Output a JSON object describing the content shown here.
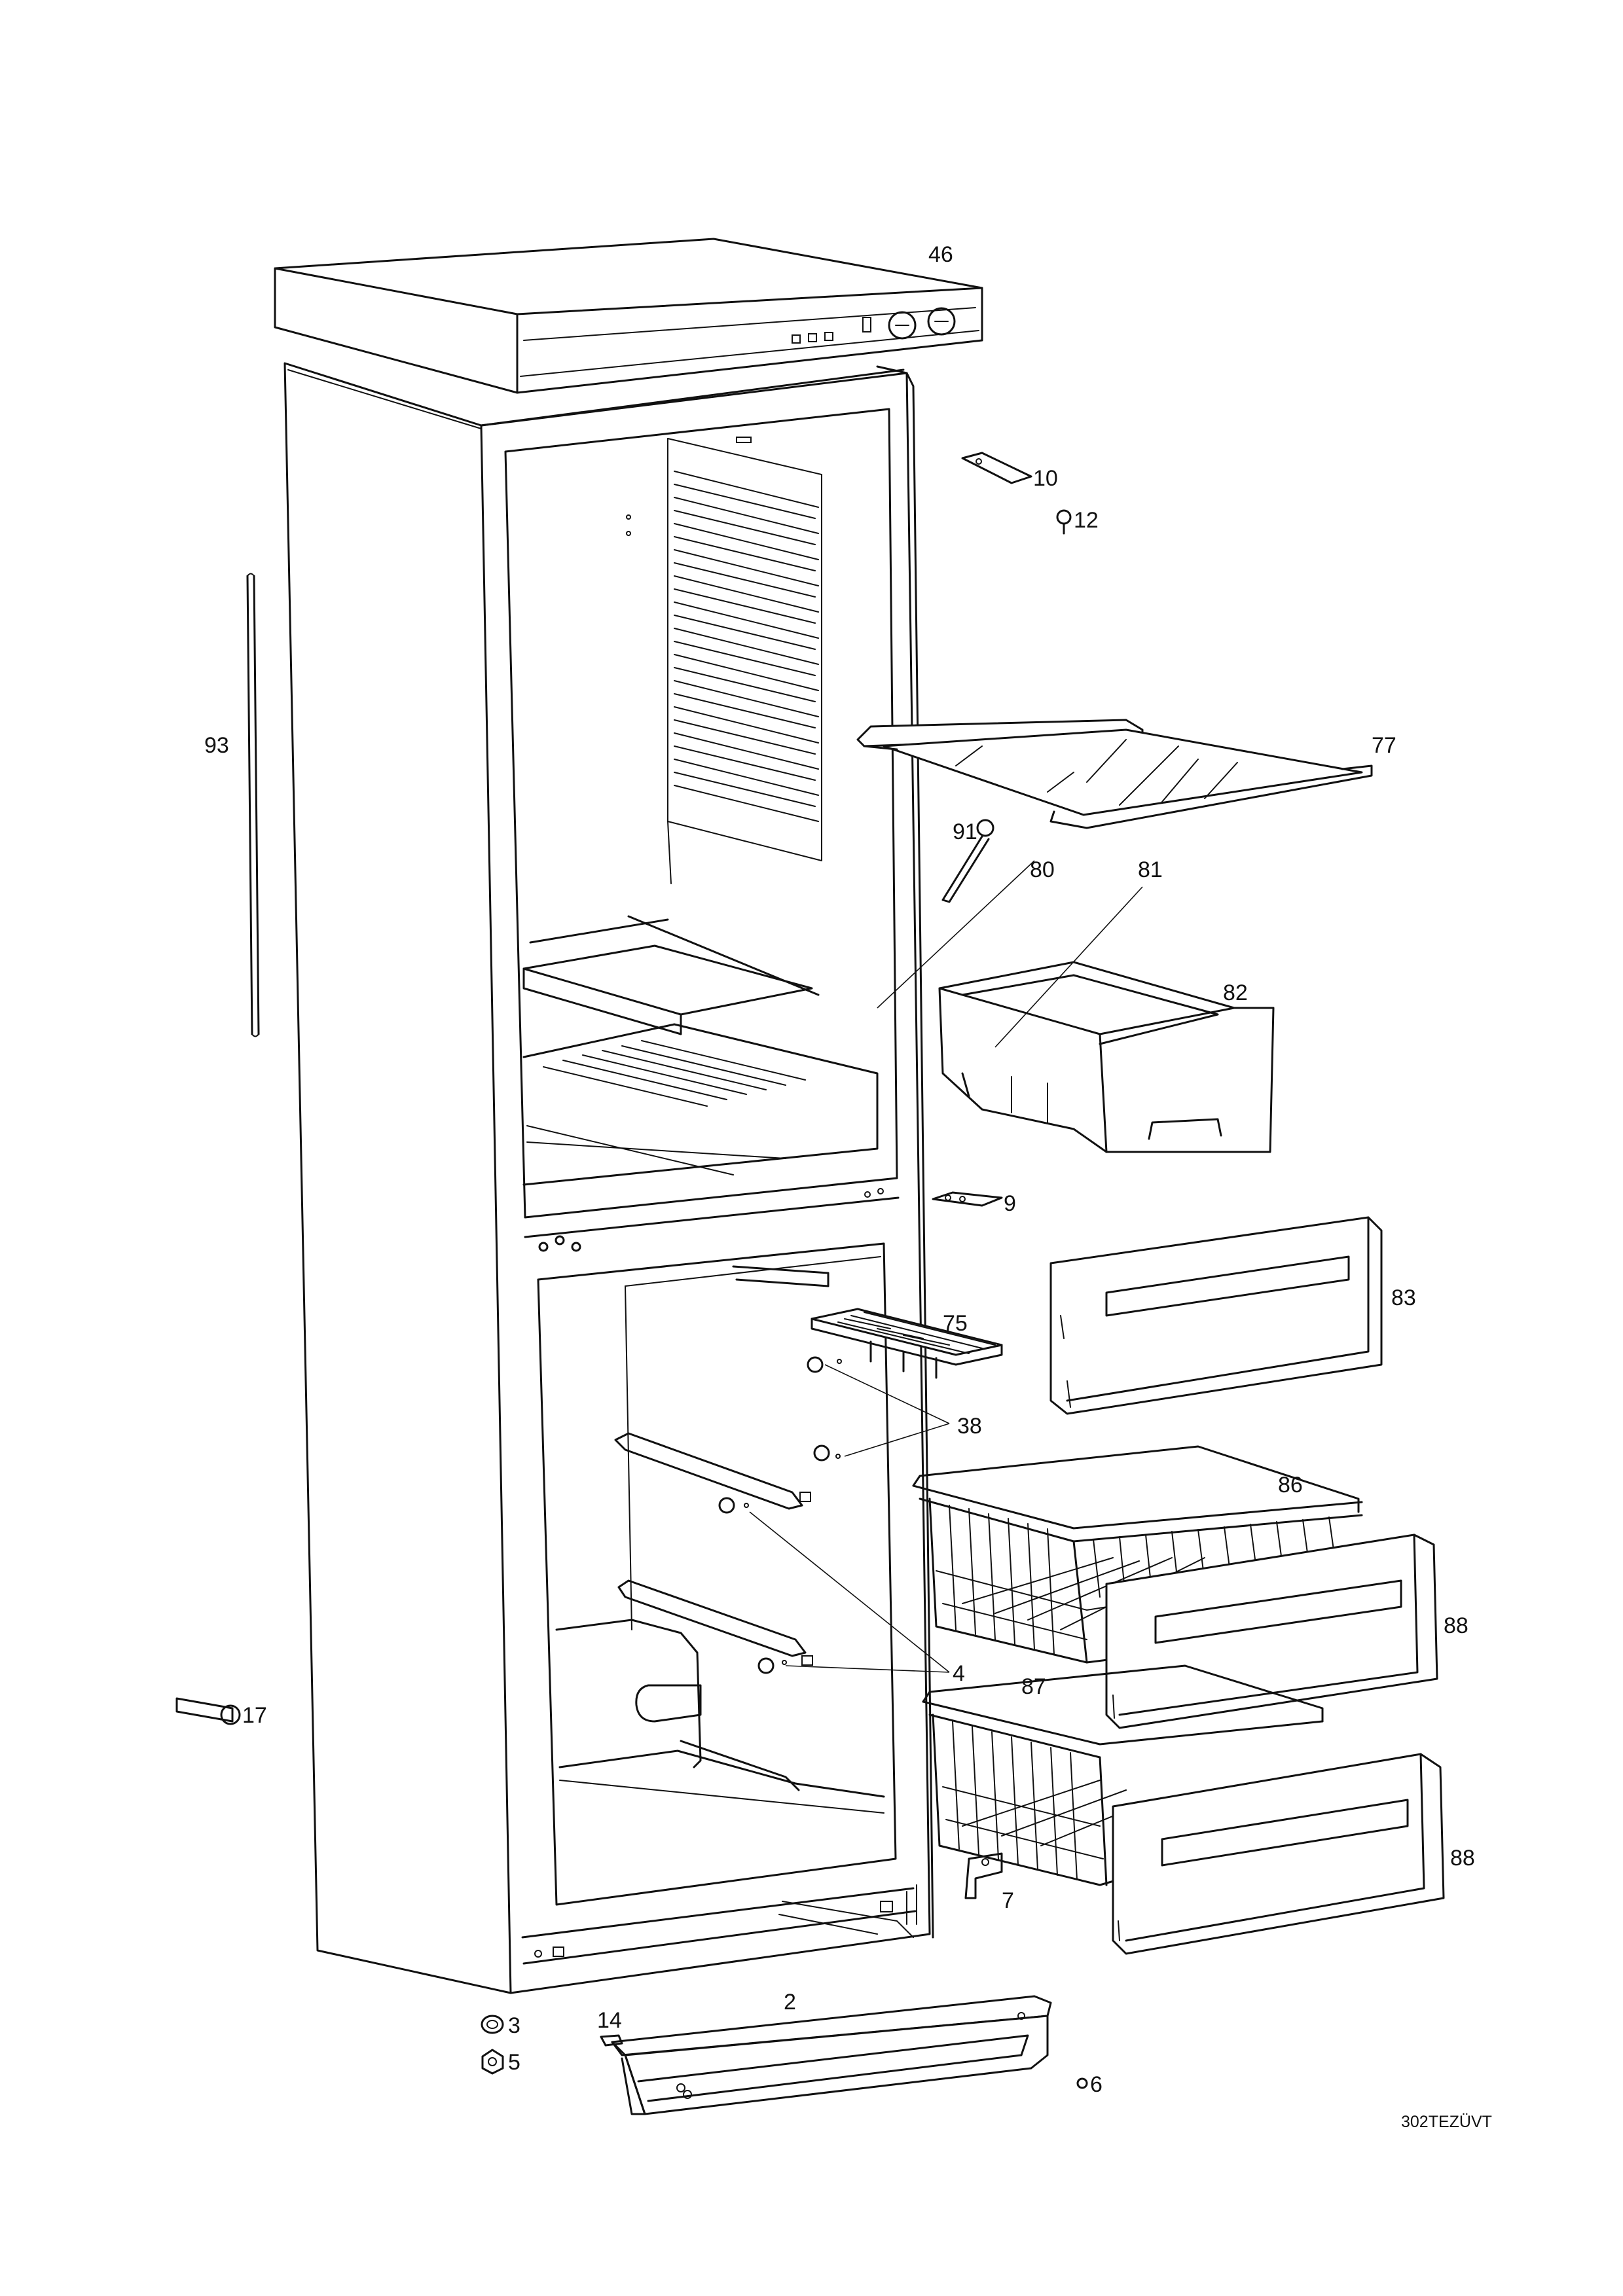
{
  "labels": {
    "l46": "46",
    "l10": "10",
    "l12": "12",
    "l93": "93",
    "l77": "77",
    "l91": "91",
    "l80": "80",
    "l81": "81",
    "l82": "82",
    "l9": "9",
    "l83": "83",
    "l75": "75",
    "l38": "38",
    "l86": "86",
    "l88a": "88",
    "l4": "4",
    "l87": "87",
    "l17": "17",
    "l88b": "88",
    "l7": "7",
    "l2": "2",
    "l14": "14",
    "l3": "3",
    "l6": "6",
    "l5": "5"
  },
  "drawing_code": "302TEZÜVT"
}
